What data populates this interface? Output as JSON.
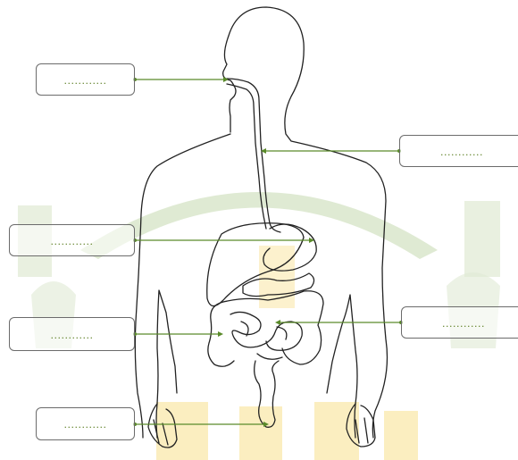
{
  "labels": [
    {
      "id": "label-mouth",
      "text": "............"
    },
    {
      "id": "label-esophagus",
      "text": "............"
    },
    {
      "id": "label-stomach",
      "text": "............"
    },
    {
      "id": "label-intestine-left",
      "text": "............"
    },
    {
      "id": "label-intestine-right",
      "text": "............"
    },
    {
      "id": "label-rectum",
      "text": "............"
    }
  ],
  "colors": {
    "arrow": "#5a8a2a",
    "outline": "#222222",
    "watermark_green": "#dfead3",
    "watermark_yellow": "#fbeec0"
  }
}
